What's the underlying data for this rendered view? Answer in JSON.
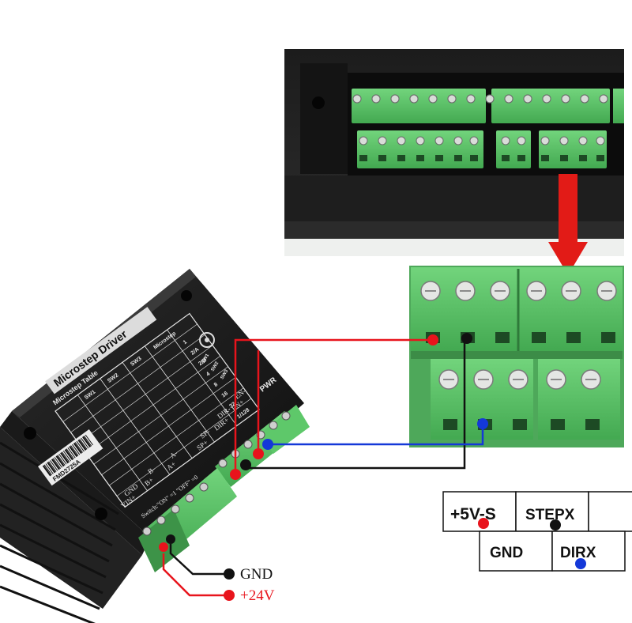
{
  "driver": {
    "title": "Microstep Driver",
    "model": "FMD2725A",
    "table_headers": [
      "Microstep Table",
      "SW1",
      "SW2",
      "SW3",
      "Microstep"
    ],
    "microstep_values": [
      "1",
      "2/A",
      "2/B",
      "4",
      "8",
      "16",
      "32",
      "1/128"
    ],
    "switch_note": "Switch:\"ON\" =1  \"OFF\" =0",
    "sw_labels": [
      "SW1",
      "SW2",
      "SW3"
    ],
    "terminal_labels": [
      "EN-",
      "EN+",
      "DIR-",
      "DIR+",
      "SP-",
      "SP+",
      "A-",
      "A+",
      "B-",
      "B+",
      "GND",
      "VIN+"
    ],
    "pwr_label": "PWR"
  },
  "power": {
    "gnd_label": "GND",
    "vin_label": "+24V"
  },
  "pin_table": {
    "row1": [
      "+5V-S",
      "STEPX",
      ""
    ],
    "row2": [
      "GND",
      "DIRX"
    ]
  },
  "colors": {
    "red_wire": "#e8141c",
    "black_wire": "#111111",
    "blue_wire": "#1438d8",
    "terminal_green": "#5ec86a",
    "arrow_red": "#e21b17"
  }
}
